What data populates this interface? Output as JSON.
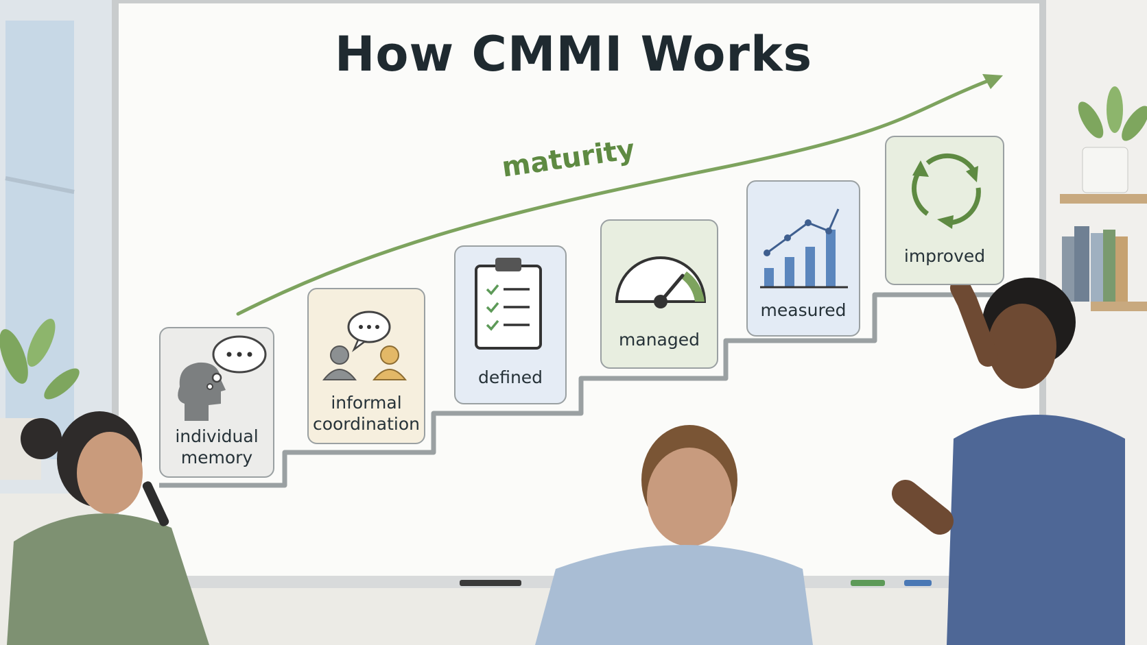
{
  "title": "How CMMI Works",
  "axis_label": "maturity",
  "stages": [
    {
      "label": "individual\nmemory",
      "icon": "head-thought-bubble-icon",
      "bg": "#ececea"
    },
    {
      "label": "informal\ncoordination",
      "icon": "two-people-chat-icon",
      "bg": "#f6efde"
    },
    {
      "label": "defined",
      "icon": "clipboard-checklist-icon",
      "bg": "#e5ecf5"
    },
    {
      "label": "managed",
      "icon": "gauge-icon",
      "bg": "#e8eee0"
    },
    {
      "label": "measured",
      "icon": "bar-line-chart-icon",
      "bg": "#e3ebf5"
    },
    {
      "label": "improved",
      "icon": "cycle-arrows-icon",
      "bg": "#e8eee0"
    }
  ],
  "colors": {
    "arrow": "#7da35e",
    "stair": "#9aa0a2",
    "board": "#fbfbf9",
    "text": "#1f2a30"
  }
}
